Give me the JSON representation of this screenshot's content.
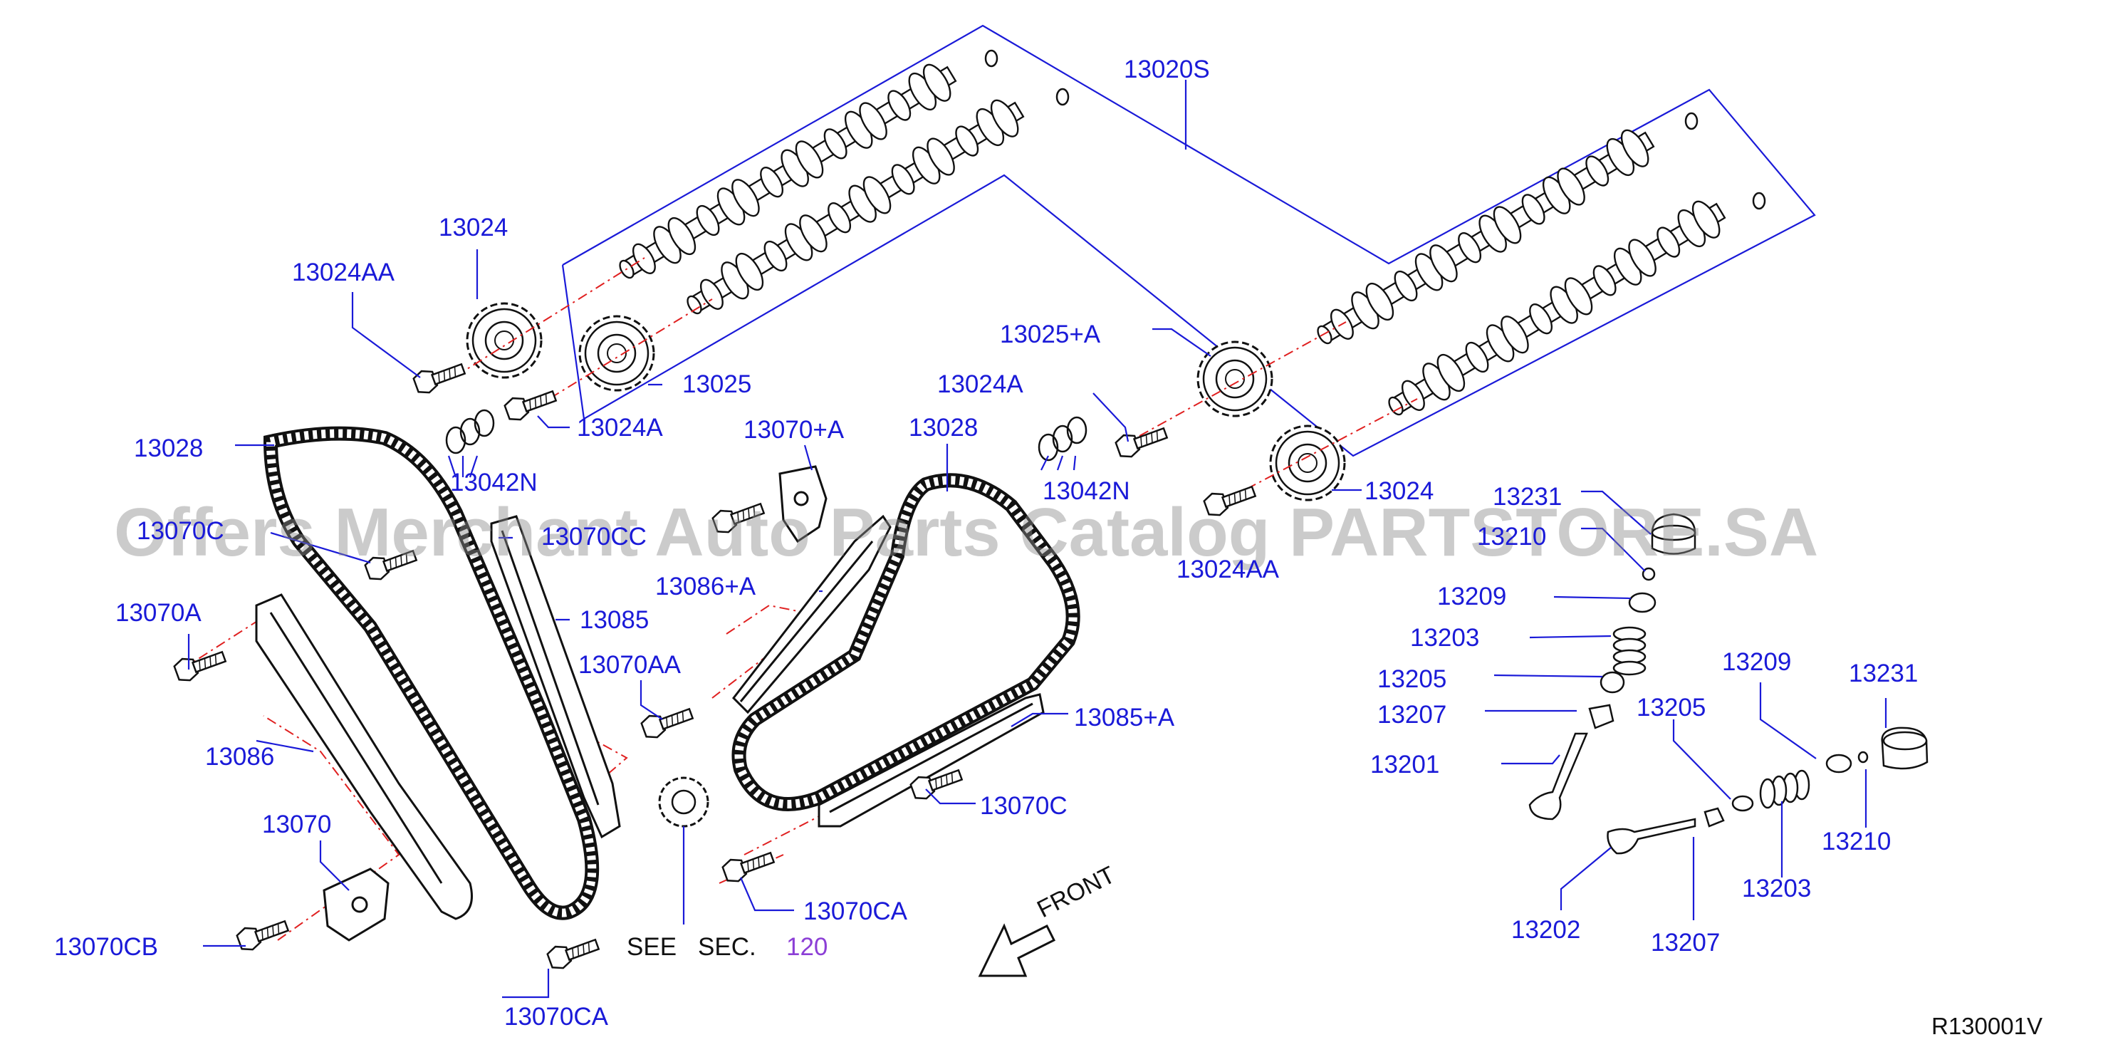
{
  "labels": {
    "l13020S": "13020S",
    "l13024_top": "13024",
    "l13024AA_top": "13024AA",
    "l13025": "13025",
    "l13024A_left": "13024A",
    "l13042N_left": "13042N",
    "l13028_left": "13028",
    "l13070C_left": "13070C",
    "l13070CC": "13070CC",
    "l13070A": "13070A",
    "l13085": "13085",
    "l13086": "13086",
    "l13070": "13070",
    "l13070CB": "13070CB",
    "l13070CA_bottom": "13070CA",
    "l13070_A": "13070+A",
    "l13086_A": "13086+A",
    "l13070AA": "13070AA",
    "l13028_mid": "13028",
    "l13085_A": "13085+A",
    "l13070C_mid": "13070C",
    "l13070CA_mid": "13070CA",
    "l13025_A": "13025+A",
    "l13024A_right": "13024A",
    "l13042N_right": "13042N",
    "l13024_right": "13024",
    "l13024AA_right": "13024AA",
    "l13231_top": "13231",
    "l13210_top": "13210",
    "l13209_left": "13209",
    "l13203_left": "13203",
    "l13205_left": "13205",
    "l13207_left": "13207",
    "l13201": "13201",
    "l13209_right": "13209",
    "l13231_right": "13231",
    "l13205_right": "13205",
    "l13210_right": "13210",
    "l13203_right": "13203",
    "l13202": "13202",
    "l13207_right": "13207",
    "see": "SEE",
    "sec": "SEC.",
    "sec_num": "120",
    "front": "FRONT",
    "ref_code": "R130001V"
  },
  "watermark": "Offers Merchant Auto Parts Catalog PARTSTORE.SA",
  "colors": {
    "label": "#1a1ad8",
    "line": "#1a1ad8",
    "drawing": "#111111",
    "dashed_centerline": "#e02020",
    "section_ref": "#8c3fd6",
    "watermark": "#8c8c8c"
  }
}
